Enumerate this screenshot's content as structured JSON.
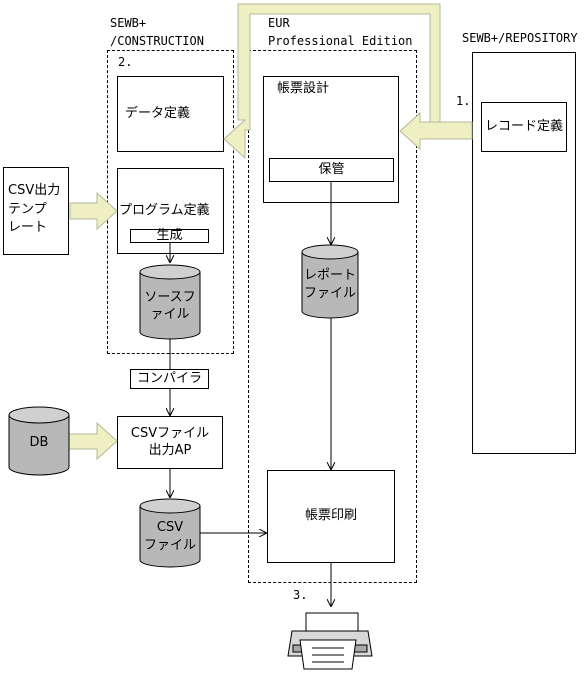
{
  "groups": {
    "construction": {
      "line1": "SEWB+",
      "line2": "/CONSTRUCTION",
      "step": "2."
    },
    "eur": {
      "line1": "EUR",
      "line2": "Professional Edition"
    },
    "repository": {
      "label": "SEWB+/REPOSITORY",
      "step": "1."
    }
  },
  "boxes": {
    "data_def": "データ定義",
    "program_def": "プログラム定義",
    "generate": "生成",
    "form_design": "帳票設計",
    "save": "保管",
    "record_def": "レコード定義",
    "csv_template": [
      "CSV出力",
      "テンプ",
      "レート"
    ],
    "compiler": "コンパイラ",
    "csv_output_ap": [
      "CSVファイル",
      "出力AP"
    ],
    "form_print": "帳票印刷"
  },
  "cylinders": {
    "source_file": [
      "ソースフ",
      "ァイル"
    ],
    "report_file": [
      "レポート",
      "ファイル"
    ],
    "db": "DB",
    "csv_file": [
      "CSV",
      "ファイル"
    ]
  },
  "step3": "3.",
  "colors": {
    "arrow_fill": "#eef0c4",
    "cylinder_body": "#b8b8b8",
    "cylinder_top": "#d0d0d0"
  }
}
